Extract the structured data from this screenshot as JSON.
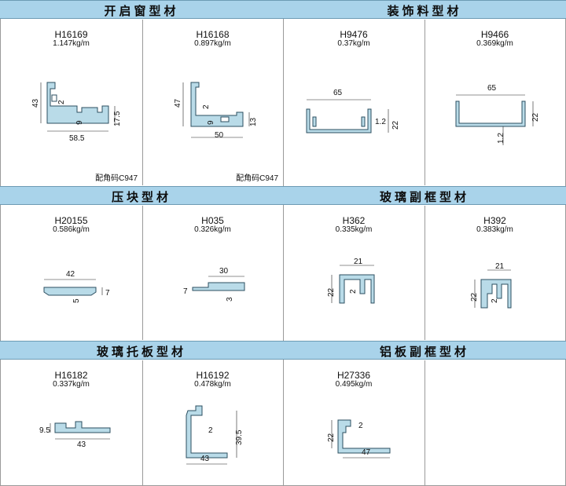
{
  "sections": {
    "casement_window": "开启窗型材",
    "decorative": "装饰料型材",
    "pressure_block": "压块型材",
    "glass_subframe": "玻璃副框型材",
    "glass_bracket": "玻璃托板型材",
    "aluminum_panel_subframe": "铝板副框型材"
  },
  "profiles": [
    {
      "code": "H16169",
      "weight": "1.147kg/m",
      "note": "配角码C947",
      "dims": [
        "43",
        "2",
        "9",
        "17.5",
        "58.5"
      ]
    },
    {
      "code": "H16168",
      "weight": "0.897kg/m",
      "note": "配角码C947",
      "dims": [
        "47",
        "2",
        "9",
        "13",
        "50"
      ]
    },
    {
      "code": "H9476",
      "weight": "0.37kg/m",
      "dims": [
        "65",
        "1.2",
        "22"
      ]
    },
    {
      "code": "H9466",
      "weight": "0.369kg/m",
      "dims": [
        "65",
        "22",
        "1.2"
      ]
    },
    {
      "code": "H20155",
      "weight": "0.586kg/m",
      "dims": [
        "42",
        "5",
        "7"
      ]
    },
    {
      "code": "H035",
      "weight": "0.326kg/m",
      "dims": [
        "30",
        "7",
        "3"
      ]
    },
    {
      "code": "H362",
      "weight": "0.335kg/m",
      "dims": [
        "21",
        "22",
        "2"
      ]
    },
    {
      "code": "H392",
      "weight": "0.383kg/m",
      "dims": [
        "21",
        "22",
        "2"
      ]
    },
    {
      "code": "H16182",
      "weight": "0.337kg/m",
      "dims": [
        "9.5",
        "43"
      ]
    },
    {
      "code": "H16192",
      "weight": "0.478kg/m",
      "dims": [
        "2",
        "39.5",
        "43"
      ]
    },
    {
      "code": "H27336",
      "weight": "0.495kg/m",
      "dims": [
        "22",
        "2",
        "47"
      ]
    }
  ]
}
